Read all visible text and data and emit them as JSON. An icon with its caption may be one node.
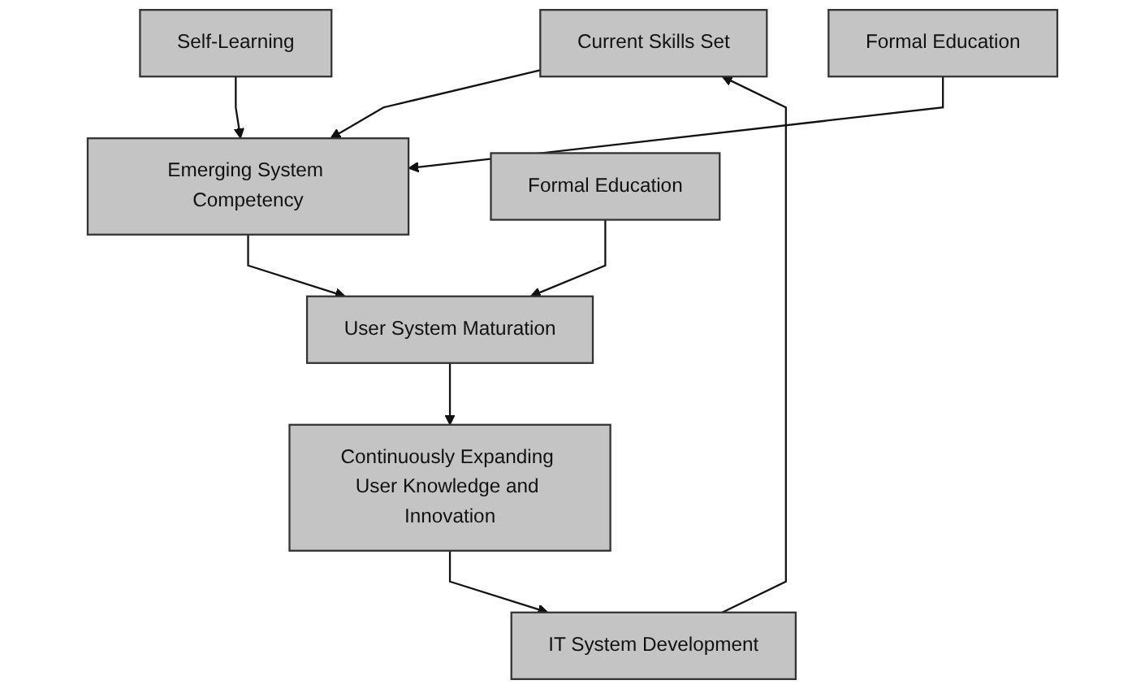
{
  "diagram": {
    "nodes": [
      {
        "text": [
          "Current Skills Set"
        ]
      },
      {
        "text": [
          "Emerging System Competency"
        ]
      },
      {
        "text": [
          "User System Maturation"
        ]
      },
      {
        "text": [
          "Continuously Expanding User Knowledge and Innovation"
        ]
      },
      {
        "text": [
          "IT System Development"
        ]
      },
      {
        "text": [
          "Self-Learning"
        ]
      },
      {
        "text": [
          "Formal Education"
        ]
      },
      {
        "text": [
          "Formal Education"
        ]
      }
    ],
    "edges": [
      {
        "from": 0,
        "to": 1,
        "arrow": "to"
      },
      {
        "from": 1,
        "to": 2,
        "arrow": "to"
      },
      {
        "from": 2,
        "to": 3,
        "arrow": "to"
      },
      {
        "from": 3,
        "to": 4,
        "arrow": "to"
      },
      {
        "from": 4,
        "to": 0,
        "arrow": "to"
      },
      {
        "from": 5,
        "to": 1,
        "arrow": "to"
      },
      {
        "from": 6,
        "to": 1,
        "arrow": "to"
      },
      {
        "from": 7,
        "to": 2,
        "arrow": "to"
      }
    ]
  }
}
